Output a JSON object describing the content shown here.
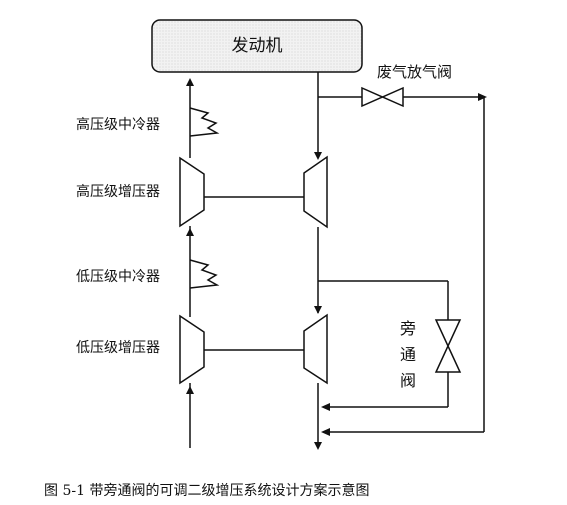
{
  "engine": {
    "label": "发动机"
  },
  "labels": {
    "wastegate": "废气放气阀",
    "hp_intercooler": "高压级中冷器",
    "hp_compressor": "高压级增压器",
    "lp_intercooler": "低压级中冷器",
    "lp_compressor": "低压级增压器",
    "bypass_valve": [
      "旁",
      "通",
      "阀"
    ]
  },
  "caption": "图 5-1  带旁通阀的可调二级增压系统设计方案示意图"
}
